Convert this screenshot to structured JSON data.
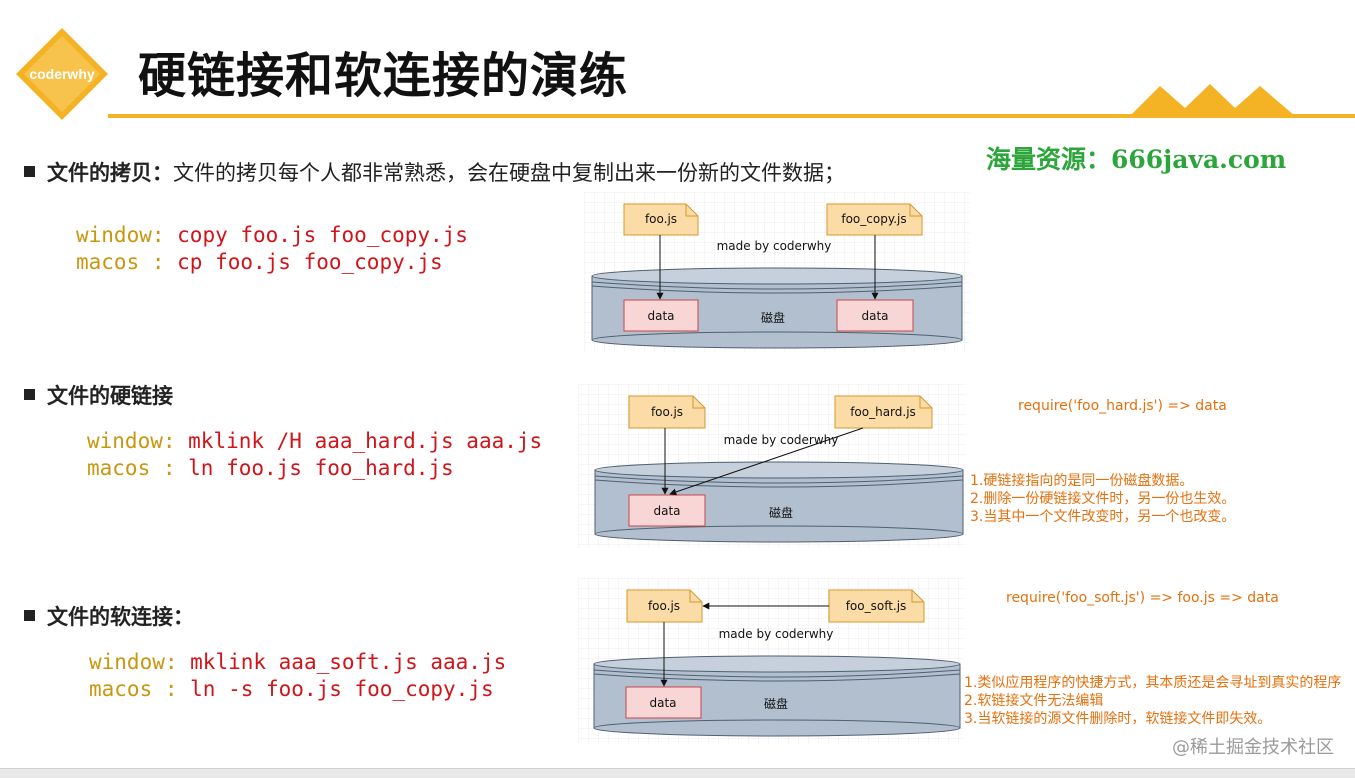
{
  "header": {
    "logo_text": "coderwhy",
    "title": "硬链接和软连接的演练",
    "watermark_top": "海量资源：666java.com"
  },
  "sections": [
    {
      "label": "文件的拷贝",
      "suffix": "：",
      "description": "文件的拷贝每个人都非常熟悉，会在硬盘中复制出来一份新的文件数据；",
      "code": [
        {
          "key": "window",
          "sep": ": ",
          "cmd": "copy foo.js foo_copy.js"
        },
        {
          "key": "macos ",
          "sep": ": ",
          "cmd": "cp foo.js foo_copy.js"
        }
      ],
      "diagram": {
        "file_left": "foo.js",
        "file_right": "foo_copy.js",
        "caption": "made by coderwhy",
        "disk_label": "磁盘",
        "data_left": "data",
        "data_right": "data"
      }
    },
    {
      "label": "文件的硬链接",
      "suffix": "",
      "description": "",
      "code": [
        {
          "key": "window",
          "sep": ": ",
          "cmd": "mklink /H aaa_hard.js aaa.js"
        },
        {
          "key": "macos ",
          "sep": ": ",
          "cmd": "ln foo.js foo_hard.js"
        }
      ],
      "diagram": {
        "file_left": "foo.js",
        "file_right": "foo_hard.js",
        "caption": "made by coderwhy",
        "disk_label": "磁盘",
        "data": "data"
      },
      "require": "require('foo_hard.js') => data",
      "notes": [
        "1.硬链接指向的是同一份磁盘数据。",
        "2.删除一份硬链接文件时，另一份也生效。",
        "3.当其中一个文件改变时，另一个也改变。"
      ]
    },
    {
      "label": "文件的软连接",
      "suffix": "：",
      "description": "",
      "code": [
        {
          "key": "window",
          "sep": ": ",
          "cmd": "mklink aaa_soft.js aaa.js"
        },
        {
          "key": "macos ",
          "sep": ": ",
          "cmd": "ln -s foo.js foo_copy.js"
        }
      ],
      "diagram": {
        "file_left": "foo.js",
        "file_right": "foo_soft.js",
        "caption": "made by coderwhy",
        "disk_label": "磁盘",
        "data": "data"
      },
      "require": "require('foo_soft.js') => foo.js => data",
      "notes": [
        "1.类似应用程序的快捷方式，其本质还是会寻址到真实的程序",
        "2.软链接文件无法编辑",
        "3.当软链接的源文件删除时，软链接文件即失效。"
      ]
    }
  ],
  "watermark_bottom": "@稀土掘金技术社区",
  "colors": {
    "accent": "#f4b225",
    "code_key": "#c9960f",
    "code_cmd": "#d0141a",
    "note": "#e6700e",
    "file_fill": "#fbdba6",
    "file_stroke": "#d39a2e",
    "data_fill": "#f8d6d6",
    "data_stroke": "#c9474b",
    "disk_fill": "#b1bfcf",
    "disk_stroke": "#4f6070"
  }
}
